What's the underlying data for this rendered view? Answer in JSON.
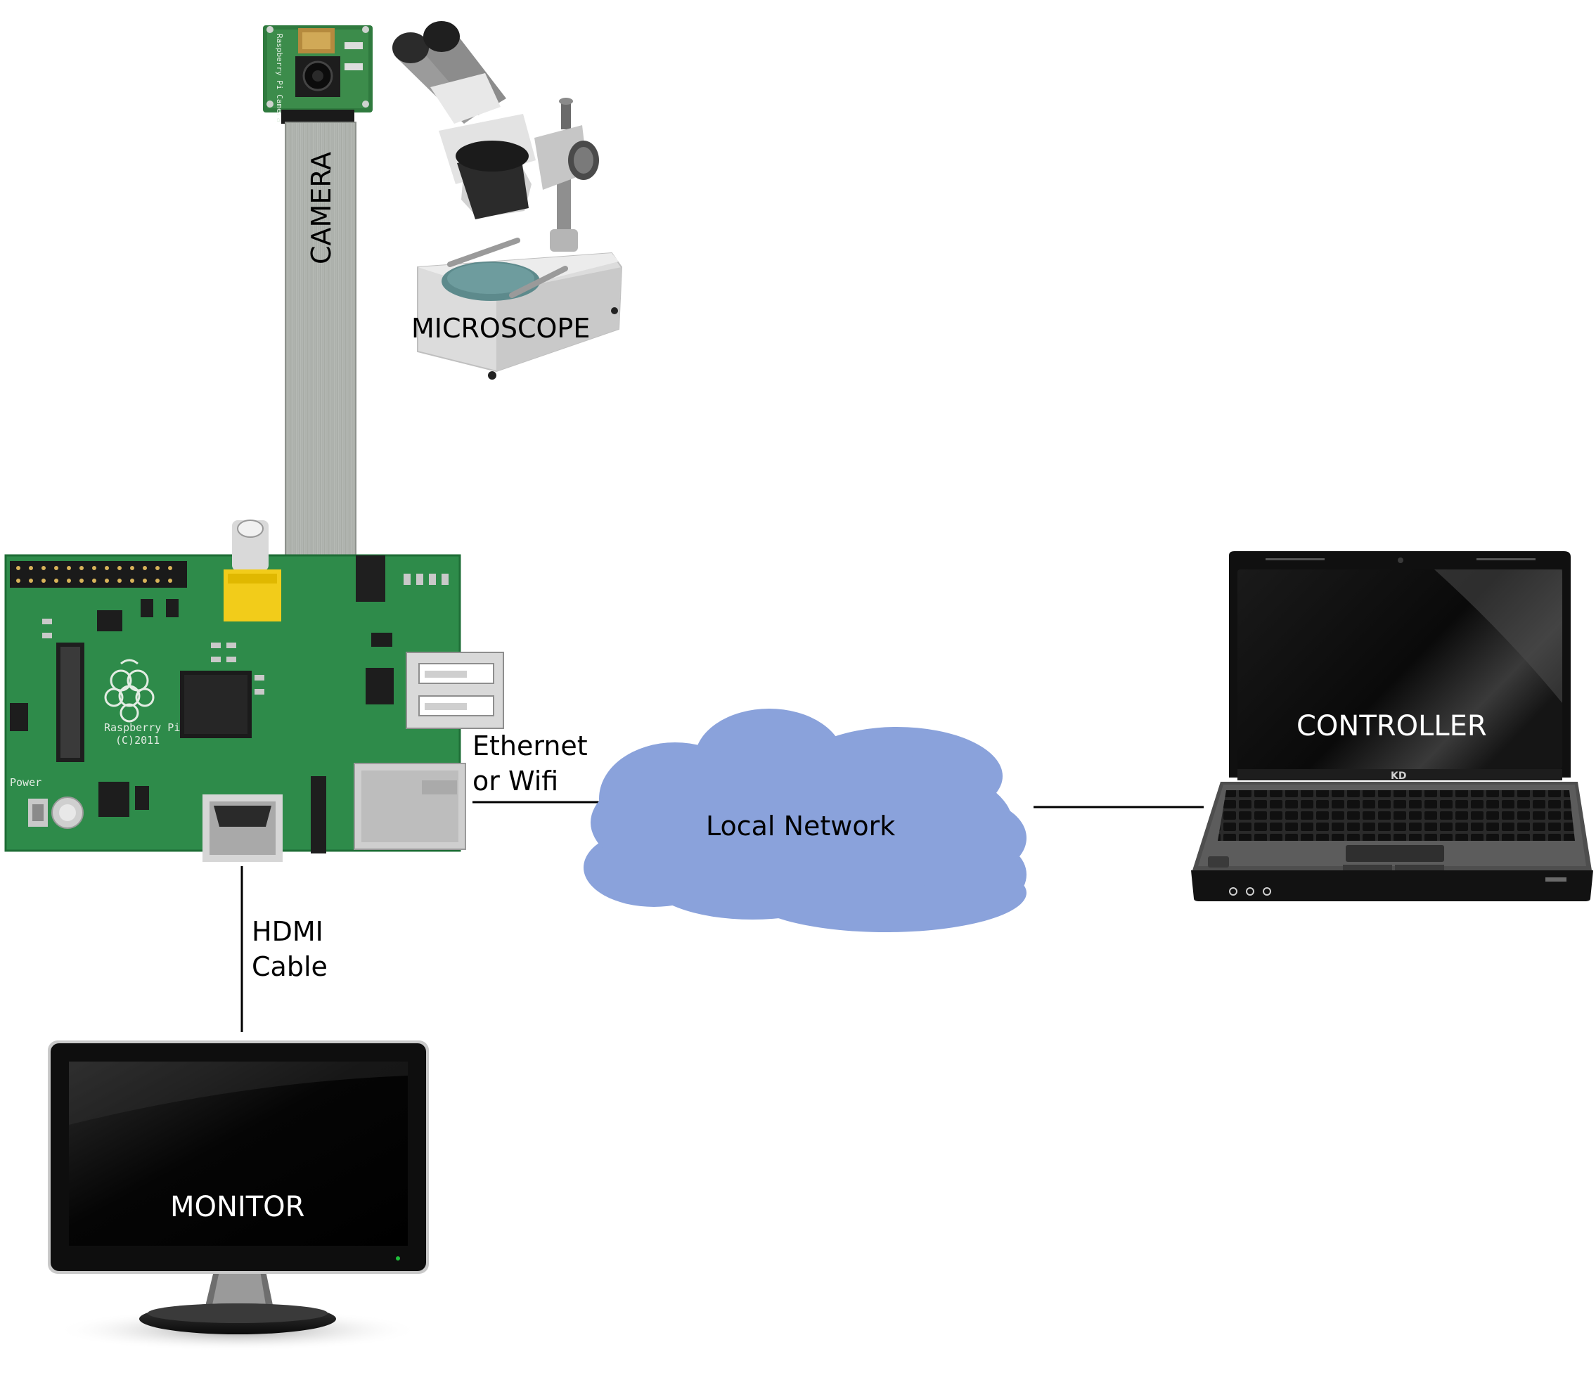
{
  "labels": {
    "camera": "CAMERA",
    "microscope": "MICROSCOPE",
    "ethernet_line1": "Ethernet",
    "ethernet_line2": "or Wifi",
    "local_network": "Local Network",
    "controller": "CONTROLLER",
    "hdmi_line1": "HDMI",
    "hdmi_line2": "Cable",
    "monitor": "MONITOR"
  },
  "device_markings": {
    "raspberry_pi": "Raspberry Pi",
    "raspberry_pi_year": "(C)2011",
    "pi_camera": "Raspberry Pi Camera",
    "laptop_brand": "KD",
    "power": "Power"
  },
  "colors": {
    "cloud": "#8aa2db",
    "pcb_green": "#2e8b4a",
    "ribbon": "#b9bdb8",
    "ribbon_tip": "#2353a8",
    "screen": "#0a0a0a",
    "line": "#000000"
  }
}
